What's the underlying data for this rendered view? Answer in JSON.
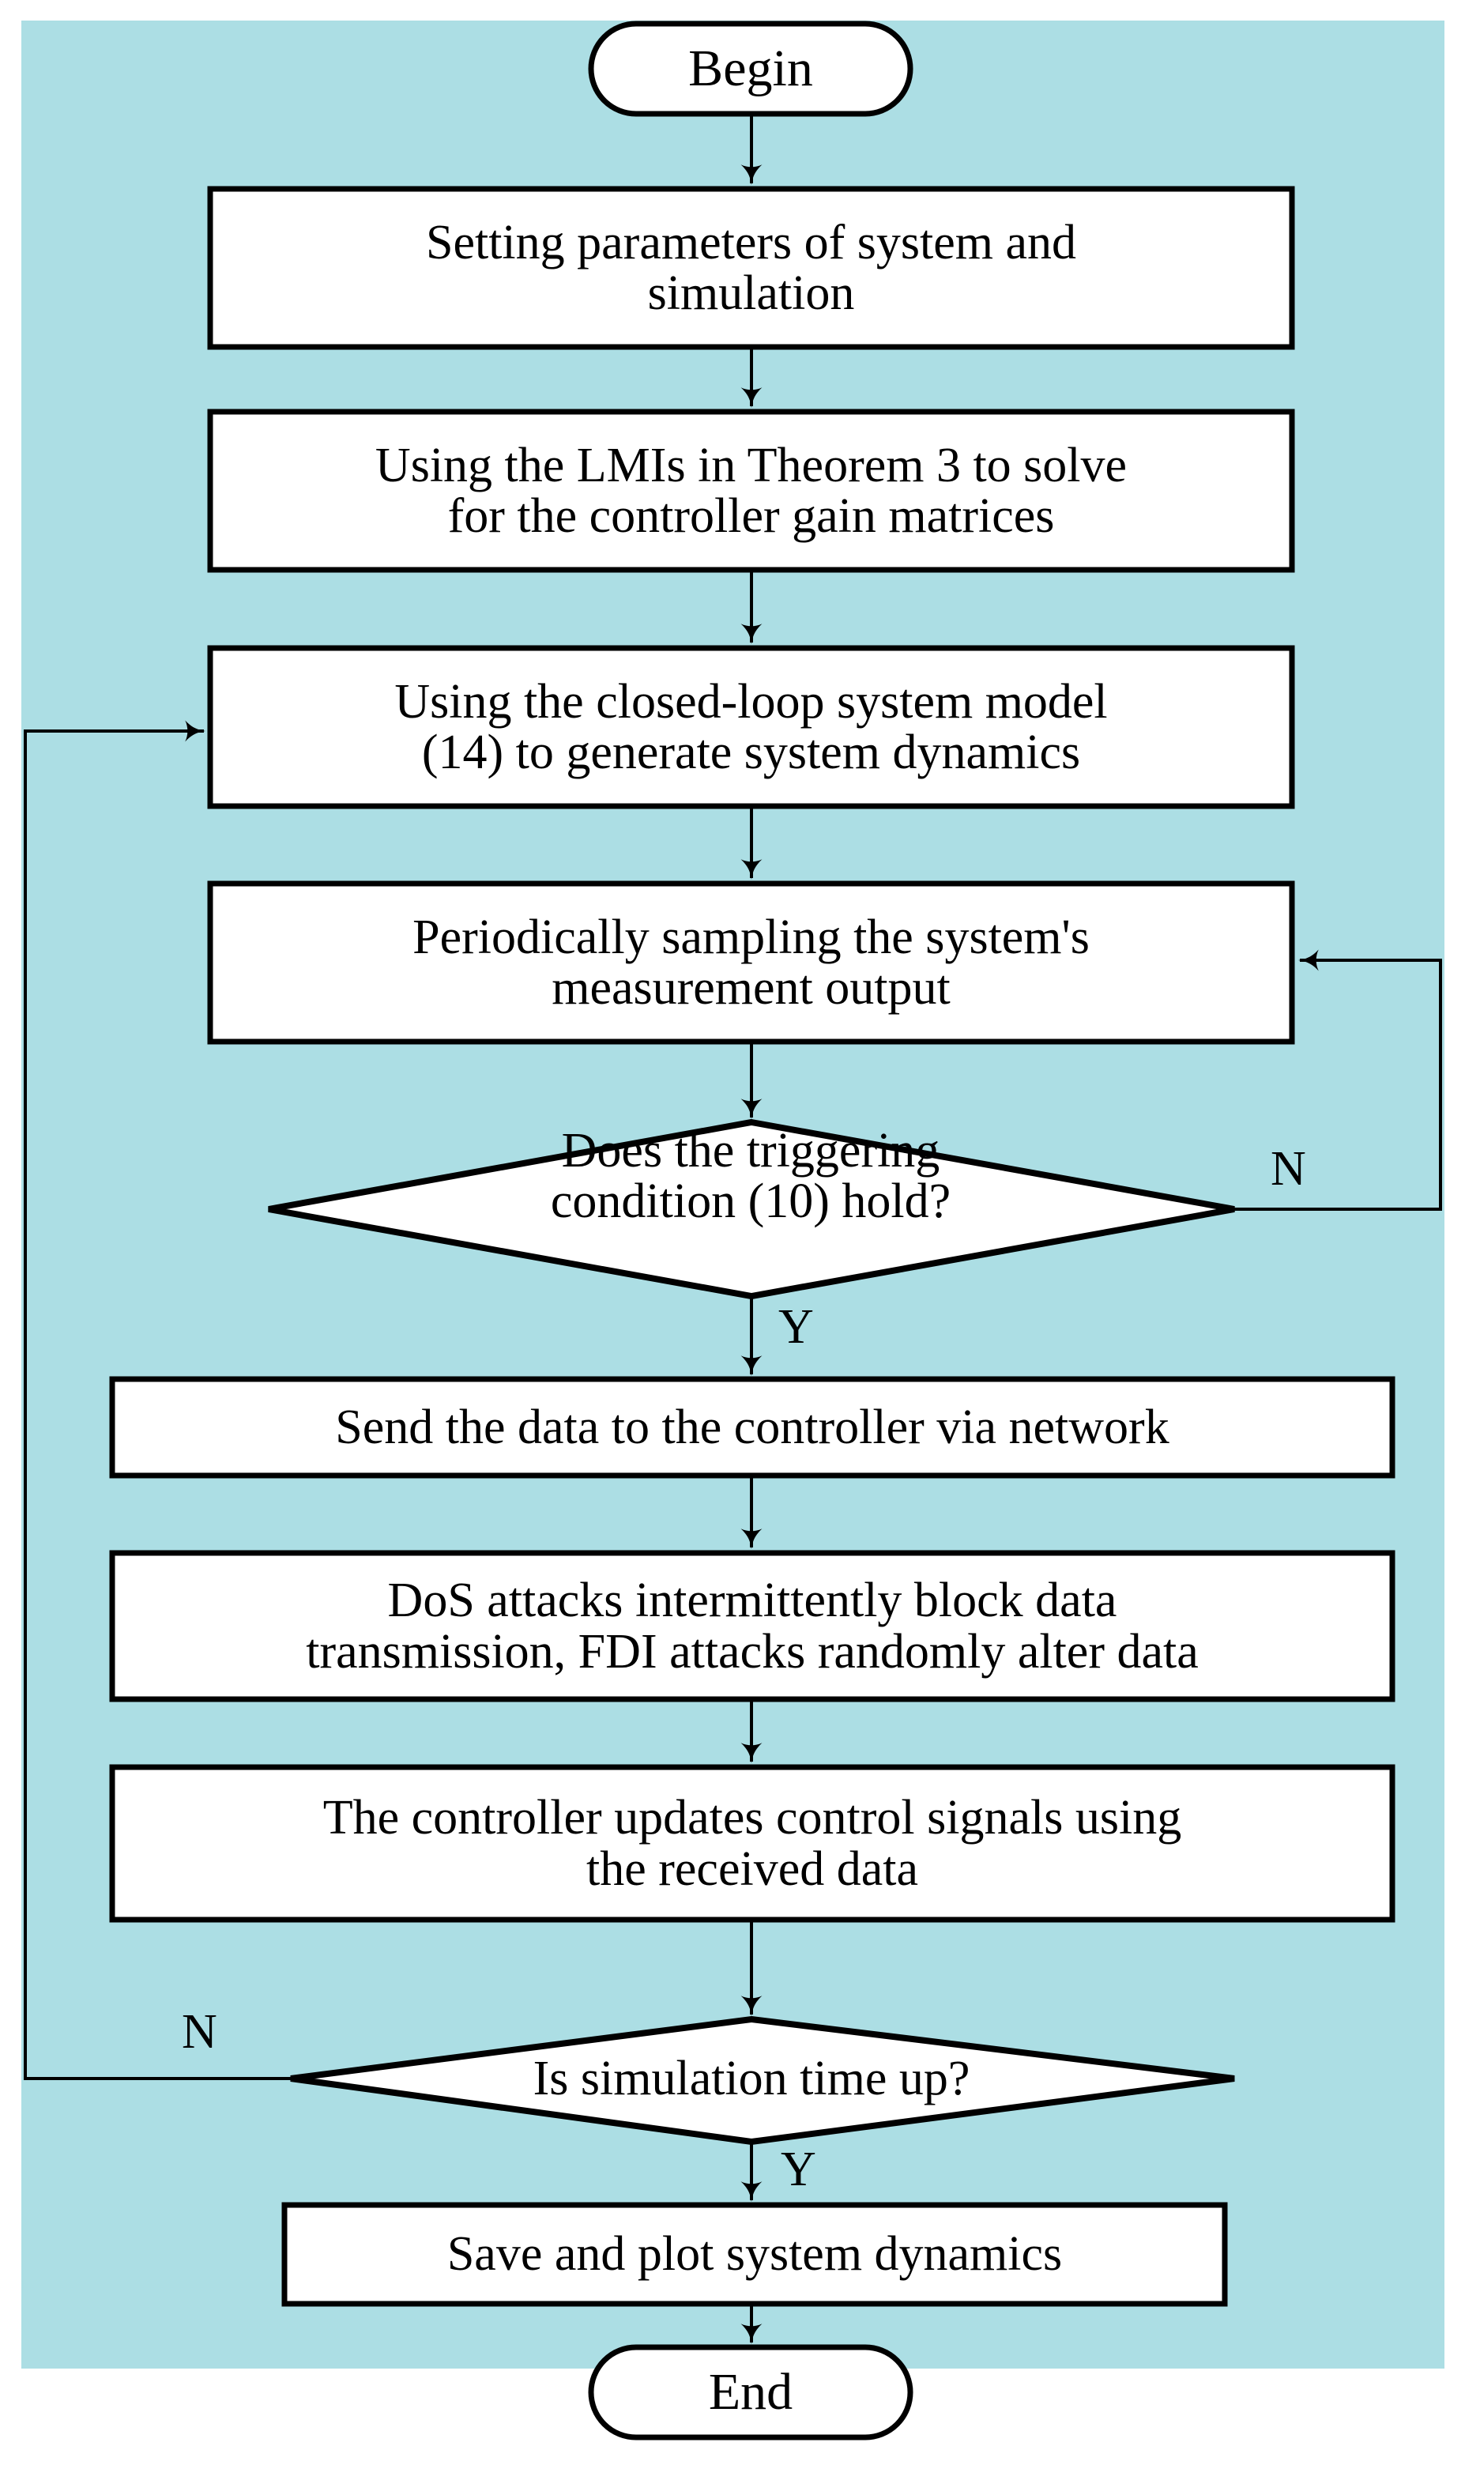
{
  "diagram": {
    "type": "flowchart",
    "title": "Simulation procedure flowchart",
    "background_color": "#ACDEE4",
    "node_fill": "#FFFFFF",
    "stroke_color": "#000000",
    "nodes": [
      {
        "id": "begin",
        "shape": "terminal",
        "label": "Begin"
      },
      {
        "id": "setup",
        "shape": "process",
        "label": "Setting parameters of system and\nsimulation"
      },
      {
        "id": "lmi",
        "shape": "process",
        "label": "Using the LMIs in Theorem 3 to solve\nfor the controller gain matrices"
      },
      {
        "id": "model",
        "shape": "process",
        "label": "Using the closed-loop system model\n(14) to generate system dynamics"
      },
      {
        "id": "sample",
        "shape": "process",
        "label": "Periodically sampling the system's\nmeasurement output"
      },
      {
        "id": "trigger",
        "shape": "decision",
        "label": "Does the triggering\ncondition (10) hold?"
      },
      {
        "id": "send",
        "shape": "process",
        "label": "Send the data to the controller via network"
      },
      {
        "id": "attacks",
        "shape": "process",
        "label": "DoS attacks intermittently block data\ntransmission, FDI attacks randomly alter data"
      },
      {
        "id": "update",
        "shape": "process",
        "label": "The controller updates control signals using\nthe received data"
      },
      {
        "id": "simtime",
        "shape": "decision",
        "label": "Is simulation time up?"
      },
      {
        "id": "save",
        "shape": "process",
        "label": "Save and plot system dynamics"
      },
      {
        "id": "end",
        "shape": "terminal",
        "label": "End"
      }
    ],
    "edge_labels": {
      "trigger_no": "N",
      "trigger_yes": "Y",
      "simtime_no": "N",
      "simtime_yes": "Y"
    },
    "edges": [
      {
        "from": "begin",
        "to": "setup",
        "label": ""
      },
      {
        "from": "setup",
        "to": "lmi",
        "label": ""
      },
      {
        "from": "lmi",
        "to": "model",
        "label": ""
      },
      {
        "from": "model",
        "to": "sample",
        "label": ""
      },
      {
        "from": "sample",
        "to": "trigger",
        "label": ""
      },
      {
        "from": "trigger",
        "to": "send",
        "label": "Y"
      },
      {
        "from": "trigger",
        "to": "sample",
        "label": "N"
      },
      {
        "from": "send",
        "to": "attacks",
        "label": ""
      },
      {
        "from": "attacks",
        "to": "update",
        "label": ""
      },
      {
        "from": "update",
        "to": "simtime",
        "label": ""
      },
      {
        "from": "simtime",
        "to": "save",
        "label": "Y"
      },
      {
        "from": "simtime",
        "to": "model",
        "label": "N"
      },
      {
        "from": "save",
        "to": "end",
        "label": ""
      }
    ]
  }
}
